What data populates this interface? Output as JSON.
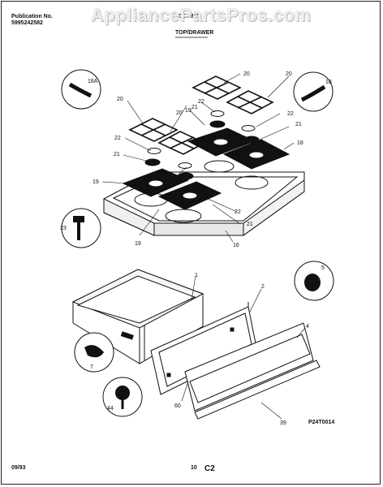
{
  "header": {
    "publication_label": "Publication No.",
    "publication_number": "5995242582",
    "model": "CGF316",
    "section_title": "TOP/DRAWER"
  },
  "watermark": "AppliancePartsPros.com",
  "footer": {
    "date": "09/93",
    "page": "10",
    "code": "C2",
    "figure_code": "P24T0014"
  },
  "callouts": {
    "c18a": "18A",
    "c18": "18",
    "c20a": "20",
    "c20b": "20",
    "c20c": "20",
    "c20d": "20",
    "c22a": "22",
    "c22b": "22",
    "c22c": "22",
    "c22d": "22",
    "c21a": "21",
    "c21b": "21",
    "c21c": "21",
    "c21d": "21",
    "c19a": "19",
    "c19b": "19",
    "c19c": "19",
    "c23": "23",
    "c16": "16",
    "c5": "5",
    "c1": "1",
    "c2": "2",
    "c4": "4",
    "c7": "7",
    "c44": "44",
    "c60": "60",
    "c39": "39"
  }
}
